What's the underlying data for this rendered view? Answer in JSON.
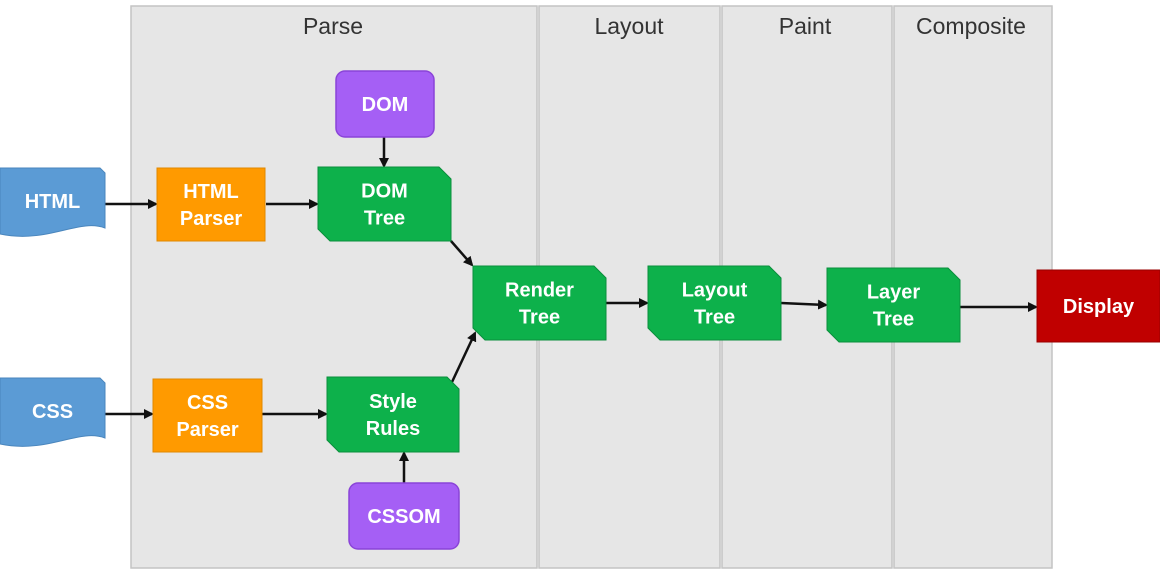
{
  "colors": {
    "phase_bg": "#e6e6e6",
    "phase_border": "#c4c4c4",
    "input": "#5b9bd5",
    "parser": "#ff9a00",
    "model": "#a55ff5",
    "tree": "#0db14b",
    "display": "#c00000"
  },
  "phases": [
    {
      "id": "parse",
      "label": "Parse"
    },
    {
      "id": "layout",
      "label": "Layout"
    },
    {
      "id": "paint",
      "label": "Paint"
    },
    {
      "id": "composite",
      "label": "Composite"
    }
  ],
  "nodes": {
    "html": {
      "lines": [
        "HTML"
      ],
      "kind": "input",
      "shape": "document-icon"
    },
    "css": {
      "lines": [
        "CSS"
      ],
      "kind": "input",
      "shape": "document-icon"
    },
    "html_parser": {
      "lines": [
        "HTML",
        "Parser"
      ],
      "kind": "parser"
    },
    "css_parser": {
      "lines": [
        "CSS",
        "Parser"
      ],
      "kind": "parser"
    },
    "dom": {
      "lines": [
        "DOM"
      ],
      "kind": "model"
    },
    "cssom": {
      "lines": [
        "CSSOM"
      ],
      "kind": "model"
    },
    "dom_tree": {
      "lines": [
        "DOM",
        "Tree"
      ],
      "kind": "tree"
    },
    "style_rules": {
      "lines": [
        "Style",
        "Rules"
      ],
      "kind": "tree"
    },
    "render_tree": {
      "lines": [
        "Render",
        "Tree"
      ],
      "kind": "tree"
    },
    "layout_tree": {
      "lines": [
        "Layout",
        "Tree"
      ],
      "kind": "tree"
    },
    "layer_tree": {
      "lines": [
        "Layer",
        "Tree"
      ],
      "kind": "tree"
    },
    "display": {
      "lines": [
        "Display"
      ],
      "kind": "display"
    }
  },
  "edges": [
    {
      "from": "html",
      "to": "html_parser"
    },
    {
      "from": "html_parser",
      "to": "dom_tree"
    },
    {
      "from": "dom",
      "to": "dom_tree"
    },
    {
      "from": "dom_tree",
      "to": "render_tree"
    },
    {
      "from": "css",
      "to": "css_parser"
    },
    {
      "from": "css_parser",
      "to": "style_rules"
    },
    {
      "from": "cssom",
      "to": "style_rules"
    },
    {
      "from": "style_rules",
      "to": "render_tree"
    },
    {
      "from": "render_tree",
      "to": "layout_tree"
    },
    {
      "from": "layout_tree",
      "to": "layer_tree"
    },
    {
      "from": "layer_tree",
      "to": "display"
    }
  ]
}
